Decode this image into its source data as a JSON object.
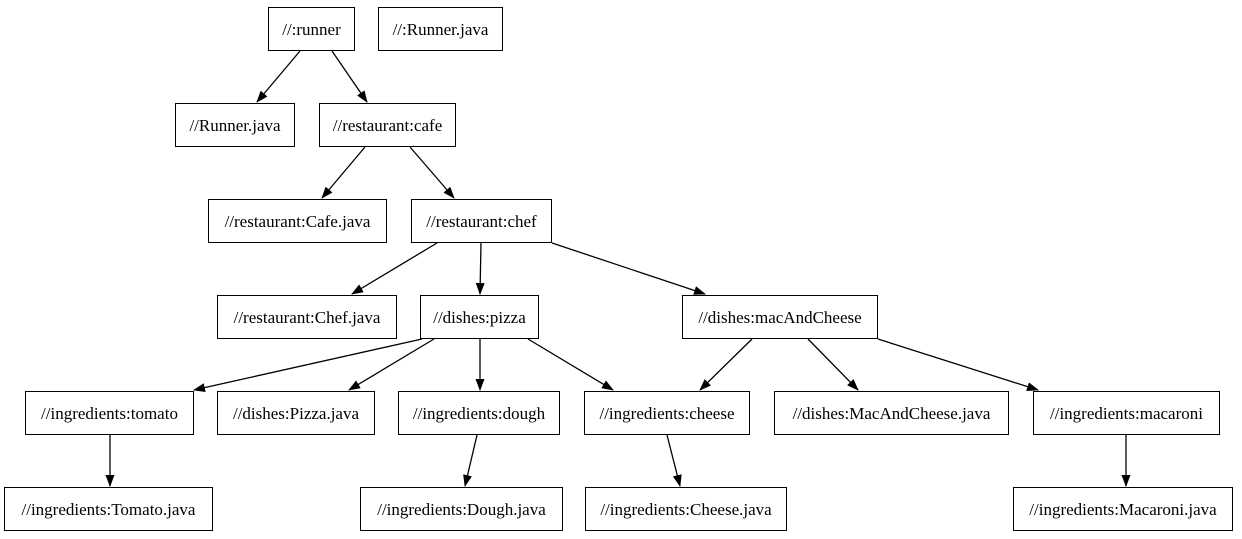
{
  "diagram": {
    "type": "dependency-graph",
    "background_color": "#ffffff",
    "node_fill_color": "#ffffff",
    "node_border_color": "#000000",
    "edge_color": "#000000",
    "nodes": [
      {
        "id": "runner",
        "label": "//:runner"
      },
      {
        "id": "runner_java_top",
        "label": "//:Runner.java"
      },
      {
        "id": "runner_java",
        "label": "//Runner.java"
      },
      {
        "id": "cafe",
        "label": "//restaurant:cafe"
      },
      {
        "id": "cafe_java",
        "label": "//restaurant:Cafe.java"
      },
      {
        "id": "chef",
        "label": "//restaurant:chef"
      },
      {
        "id": "chef_java",
        "label": "//restaurant:Chef.java"
      },
      {
        "id": "pizza",
        "label": "//dishes:pizza"
      },
      {
        "id": "mac",
        "label": "//dishes:macAndCheese"
      },
      {
        "id": "tomato",
        "label": "//ingredients:tomato"
      },
      {
        "id": "pizza_java",
        "label": "//dishes:Pizza.java"
      },
      {
        "id": "dough",
        "label": "//ingredients:dough"
      },
      {
        "id": "cheese",
        "label": "//ingredients:cheese"
      },
      {
        "id": "mac_java",
        "label": "//dishes:MacAndCheese.java"
      },
      {
        "id": "macaroni",
        "label": "//ingredients:macaroni"
      },
      {
        "id": "tomato_java",
        "label": "//ingredients:Tomato.java"
      },
      {
        "id": "dough_java",
        "label": "//ingredients:Dough.java"
      },
      {
        "id": "cheese_java",
        "label": "//ingredients:Cheese.java"
      },
      {
        "id": "macaroni_java",
        "label": "//ingredients:Macaroni.java"
      }
    ],
    "edges": [
      {
        "from": "runner",
        "to": "runner_java"
      },
      {
        "from": "runner",
        "to": "cafe"
      },
      {
        "from": "cafe",
        "to": "cafe_java"
      },
      {
        "from": "cafe",
        "to": "chef"
      },
      {
        "from": "chef",
        "to": "chef_java"
      },
      {
        "from": "chef",
        "to": "pizza"
      },
      {
        "from": "chef",
        "to": "mac"
      },
      {
        "from": "pizza",
        "to": "tomato"
      },
      {
        "from": "pizza",
        "to": "pizza_java"
      },
      {
        "from": "pizza",
        "to": "dough"
      },
      {
        "from": "pizza",
        "to": "cheese"
      },
      {
        "from": "mac",
        "to": "cheese"
      },
      {
        "from": "mac",
        "to": "mac_java"
      },
      {
        "from": "mac",
        "to": "macaroni"
      },
      {
        "from": "tomato",
        "to": "tomato_java"
      },
      {
        "from": "dough",
        "to": "dough_java"
      },
      {
        "from": "cheese",
        "to": "cheese_java"
      },
      {
        "from": "macaroni",
        "to": "macaroni_java"
      }
    ]
  }
}
